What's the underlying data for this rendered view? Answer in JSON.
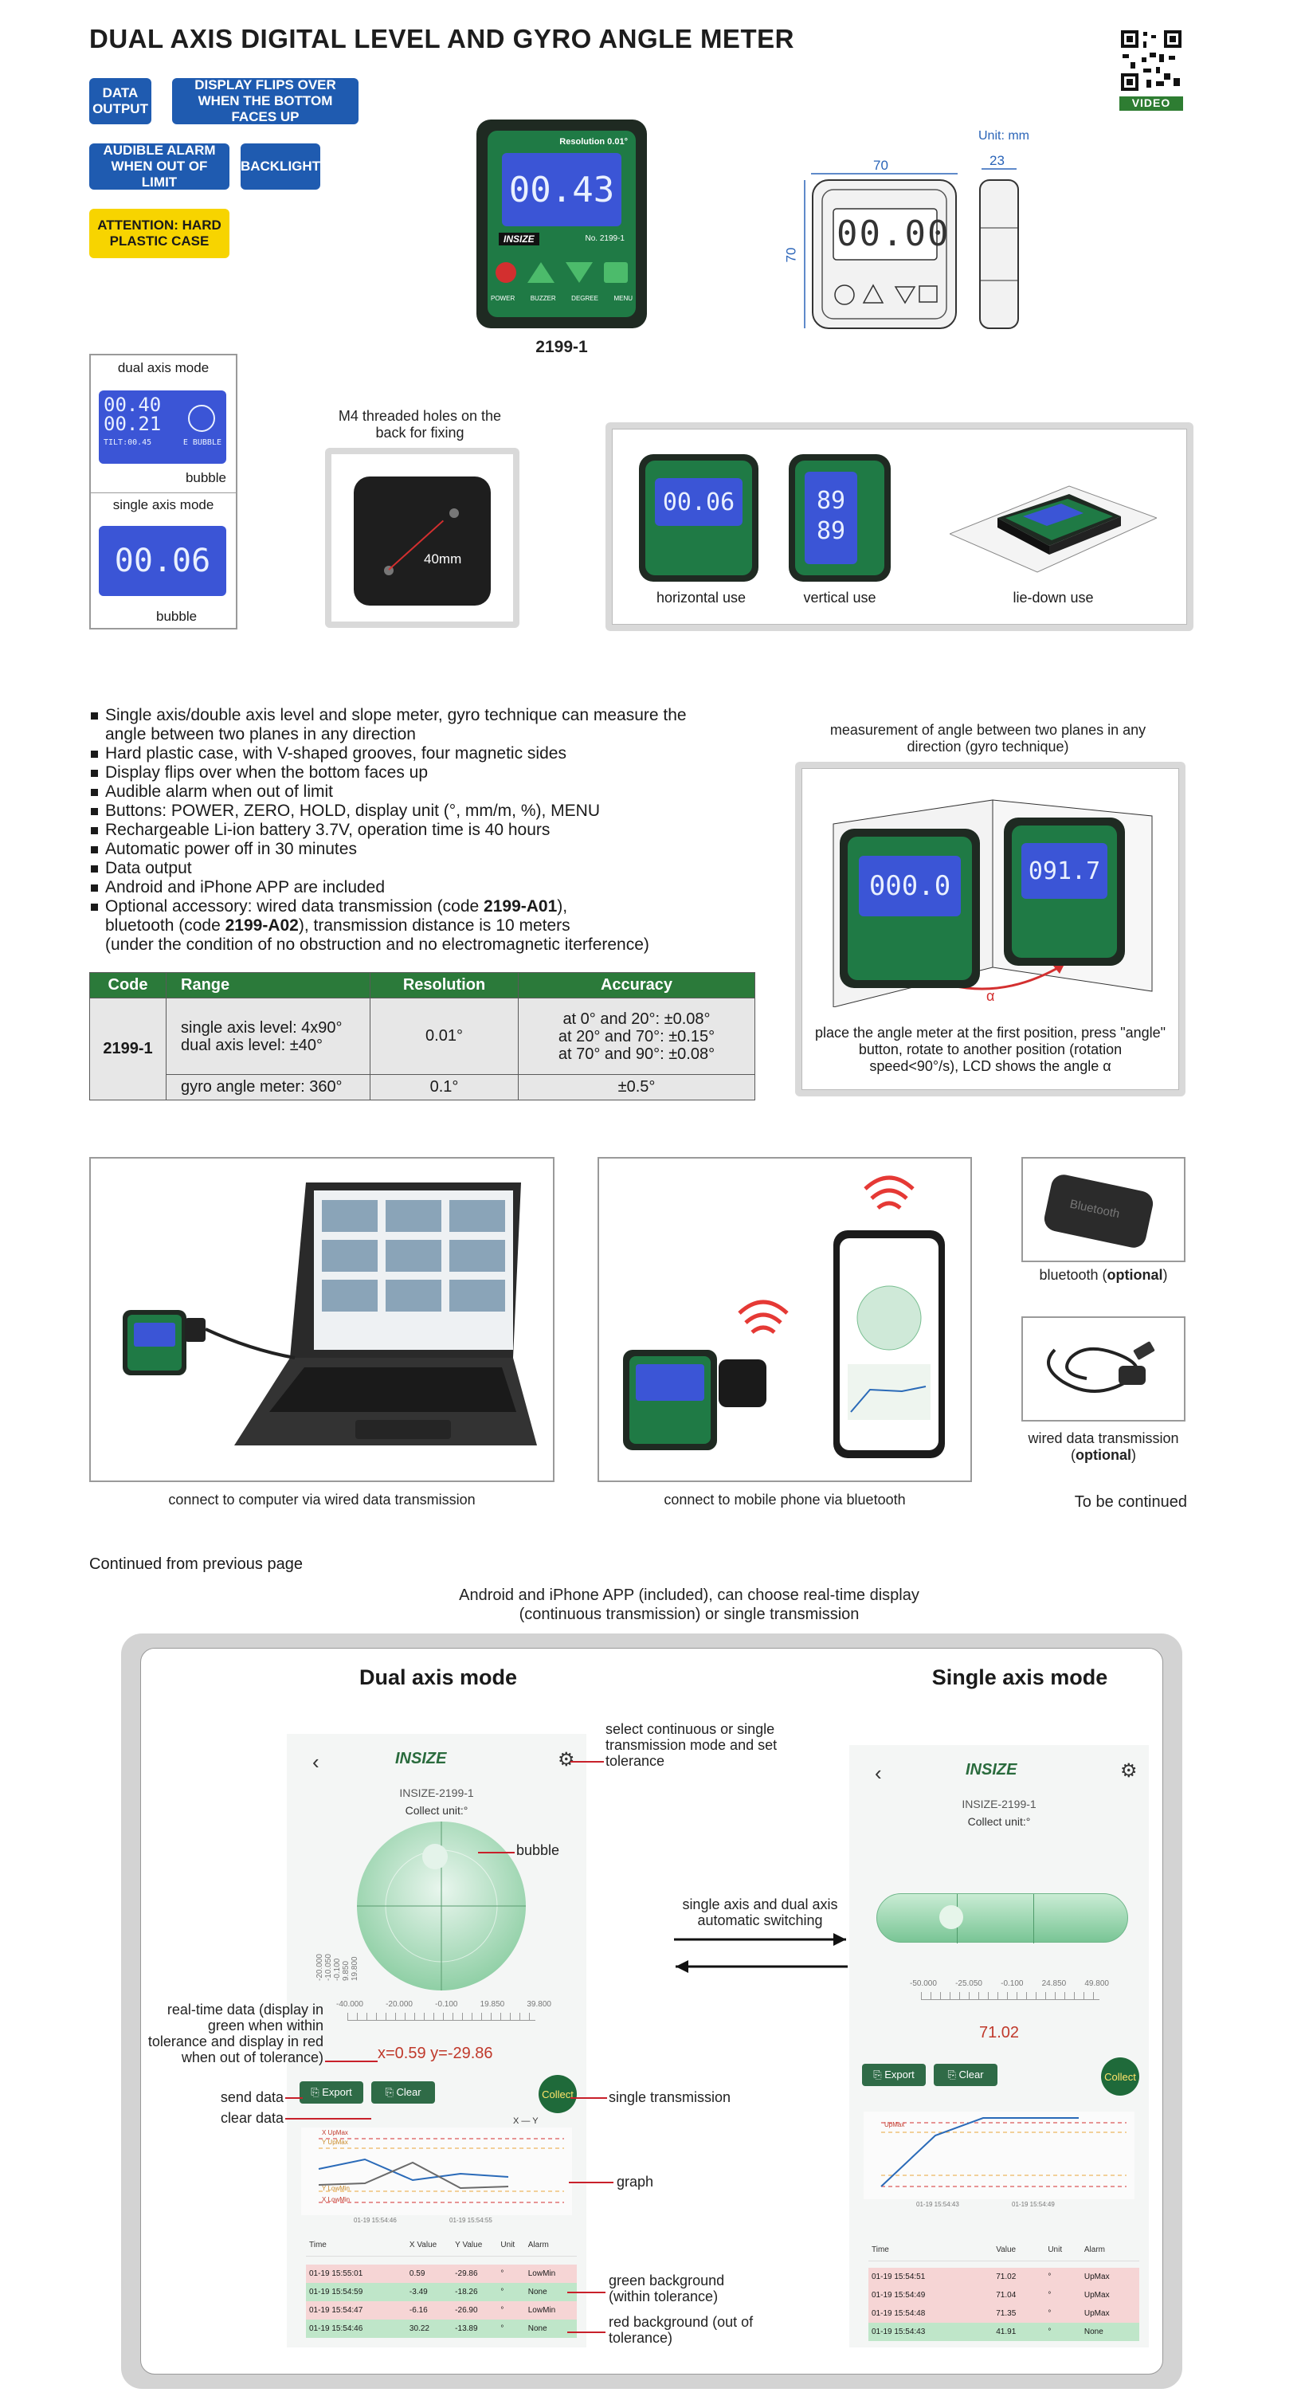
{
  "header": {
    "title": "DUAL AXIS DIGITAL LEVEL AND GYRO ANGLE METER",
    "qr_label": "VIDEO"
  },
  "badges": [
    {
      "label": "DATA OUTPUT"
    },
    {
      "label": "DISPLAY FLIPS OVER WHEN THE BOTTOM FACES UP"
    },
    {
      "label": "AUDIBLE ALARM WHEN OUT OF LIMIT"
    },
    {
      "label": "BACKLIGHT"
    },
    {
      "label": "ATTENTION: HARD PLASTIC CASE"
    }
  ],
  "product": {
    "code_caption": "2199-1",
    "device_resolution_label": "Resolution 0.01°",
    "device_reading": "00.43",
    "device_brand": "INSIZE",
    "device_model": "No. 2199-1",
    "buttons": [
      "POWER",
      "BUZZER",
      "DEGREE",
      "MENU"
    ]
  },
  "drawing": {
    "unit": "Unit: mm",
    "width": "70",
    "depth": "23",
    "height": "70",
    "lcd_text": "00.00"
  },
  "modes": {
    "dual_label": "dual axis mode",
    "dual_reading_1": "00.40",
    "dual_reading_2": "00.21",
    "dual_tilt": "TILT:00.45",
    "dual_bubble": "E BUBBLE",
    "bubble_1": "bubble",
    "single_label": "single axis mode",
    "single_reading": "00.06",
    "bubble_2": "bubble"
  },
  "mount": {
    "caption": "M4 threaded holes on the back for fixing",
    "dimension": "40mm"
  },
  "uses": {
    "horizontal": "horizontal use",
    "vertical": "vertical use",
    "liedown": "lie-down use",
    "horizontal_reading": "00.06",
    "vertical_reading_1": "89",
    "vertical_reading_2": "89"
  },
  "features": [
    "Single axis/double axis level and slope meter, gyro technique can measure the angle between two planes in any direction",
    "Hard plastic case, with V-shaped grooves, four magnetic sides",
    "Display flips over when the bottom faces up",
    "Audible alarm when out of limit",
    "Buttons: POWER, ZERO, HOLD, display unit (°, mm/m, %), MENU",
    "Rechargeable Li-ion battery 3.7V, operation time is 40 hours",
    "Automatic power off in 30 minutes",
    "Data output",
    "Android and iPhone APP are included"
  ],
  "accessory": {
    "line1_pre": "Optional accessory: wired data transmission (code ",
    "code1": "2199-A01",
    "line1_post": "),",
    "line2_pre": "bluetooth (code ",
    "code2": "2199-A02",
    "line2_post": "), transmission distance is 10 meters",
    "line3": "(under the condition of no obstruction and no electromagnetic iterference)"
  },
  "spec_table": {
    "headers": [
      "Code",
      "Range",
      "Resolution",
      "Accuracy"
    ],
    "code": "2199-1",
    "row1_range": "single axis level: 4x90°\ndual axis level: ±40°",
    "row1_resolution": "0.01°",
    "row1_accuracy": "at 0° and 20°: ±0.08°\nat 20° and 70°: ±0.15°\nat 70° and 90°: ±0.08°",
    "row2_range": "gyro angle meter: 360°",
    "row2_resolution": "0.1°",
    "row2_accuracy": "±0.5°"
  },
  "gyro": {
    "caption_top": "measurement of angle between two planes in any direction (gyro technique)",
    "alpha": "α",
    "reading_1": "000.0",
    "reading_2": "091.7",
    "caption_bottom": "place the angle meter at the first position, press \"angle\" button, rotate to another position (rotation speed<90°/s), LCD shows the angle α"
  },
  "connect": {
    "computer": "connect to computer via wired data transmission",
    "mobile": "connect to mobile phone via bluetooth",
    "bluetooth_pre": "bluetooth (",
    "bluetooth_opt": "optional",
    "bluetooth_post": ")",
    "wired_line1": "wired data transmission",
    "wired_pre": "(",
    "wired_opt": "optional",
    "wired_post": ")",
    "bluetooth_device_text": "Bluetooth",
    "to_be_continued": "To be continued"
  },
  "continued": {
    "label": "Continued from previous page",
    "app_caption": "Android and iPhone APP (included), can choose real-time display (continuous transmission) or single transmission"
  },
  "app": {
    "dual_title": "Dual axis mode",
    "single_title": "Single axis mode",
    "brand": "INSIZE",
    "device_name": "INSIZE-2199-1",
    "collect_unit": "Collect unit:°",
    "x_ticks": [
      "-40.000",
      "-20.000",
      "-0.100",
      "19.850",
      "39.800"
    ],
    "y_ticks": [
      "19.800",
      "9.850",
      "-0.100",
      "-10.050",
      "-20.000"
    ],
    "single_ticks": [
      "-50.000",
      "-25.050",
      "-0.100",
      "24.850",
      "49.800"
    ],
    "xy_readout": "x=0.59  y=-29.86",
    "single_value": "71.02",
    "export": "Export",
    "clear": "Clear",
    "collect": "Collect",
    "legend_x": "X",
    "legend_y": "Y",
    "chart_labels": [
      "X UpMax",
      "Y UpMax",
      "Y LowMin",
      "X LowMin"
    ],
    "chart_times": [
      "01-19 15:54:46",
      "01-19 15:54:55"
    ],
    "single_chart_label": "UpMax",
    "single_chart_times": [
      "01-19 15:54:43",
      "01-19 15:54:49"
    ],
    "dual_table_headers": [
      "Time",
      "X Value",
      "Y Value",
      "Unit",
      "Alarm"
    ],
    "dual_rows": [
      [
        "01-19 15:55:01",
        "0.59",
        "-29.86",
        "°",
        "LowMin"
      ],
      [
        "01-19 15:54:59",
        "-3.49",
        "-18.26",
        "°",
        "None"
      ],
      [
        "01-19 15:54:47",
        "-6.16",
        "-26.90",
        "°",
        "LowMin"
      ],
      [
        "01-19 15:54:46",
        "30.22",
        "-13.89",
        "°",
        "None"
      ]
    ],
    "single_table_headers": [
      "Time",
      "Value",
      "Unit",
      "Alarm"
    ],
    "single_rows": [
      [
        "01-19 15:54:51",
        "71.02",
        "°",
        "UpMax"
      ],
      [
        "01-19 15:54:49",
        "71.04",
        "°",
        "UpMax"
      ],
      [
        "01-19 15:54:48",
        "71.35",
        "°",
        "UpMax"
      ],
      [
        "01-19 15:54:43",
        "41.91",
        "°",
        "None"
      ]
    ]
  },
  "annotations": {
    "gear_note": "select continuous or single transmission mode and set tolerance",
    "bubble": "bubble",
    "switching": "single axis and dual axis automatic switching",
    "realtime": "real-time data (display in green when within tolerance and display in red when out of tolerance)",
    "send": "send data",
    "clear": "clear data",
    "single_tx": "single transmission",
    "graph": "graph",
    "green_bg": "green background (within tolerance)",
    "red_bg": "red background (out of tolerance)"
  },
  "colors": {
    "badge_blue": "#1f5bb0",
    "badge_yellow": "#f7d400",
    "table_header_green": "#2b7a3a",
    "device_green": "#1f7a45",
    "lcd_blue": "#3b55d6",
    "leader_red": "#c8202a",
    "row_red": "#f6d5d5",
    "row_green": "#bfe6c9"
  }
}
